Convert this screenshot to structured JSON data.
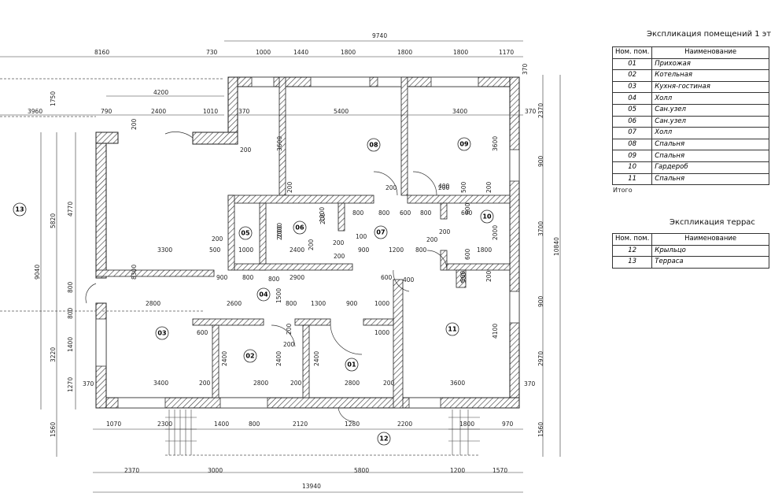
{
  "dimensions": {
    "top_total": "9740",
    "top_left": "8160",
    "top_730": "730",
    "top_segments": [
      "1000",
      "1440",
      "1800",
      "1800",
      "1800",
      "1170"
    ],
    "top_4200": "4200",
    "top_row2": [
      "3960",
      "790",
      "2400",
      "1010",
      "370"
    ],
    "room_5400": "5400",
    "room_3400": "3400",
    "right_370a": "370",
    "right_370b": "370",
    "bottom_total": "13940",
    "bottom_row1": [
      "370",
      "1070",
      "2300",
      "1400",
      "800",
      "2120",
      "1280",
      "2200",
      "1800",
      "970",
      "370"
    ],
    "bottom_row2": [
      "2370",
      "3000",
      "5800",
      "1200",
      "1570"
    ],
    "right_total": "10840",
    "right_segments": [
      "2370",
      "900",
      "3700",
      "900",
      "2970",
      "1560"
    ],
    "left_9040": "9040",
    "left_5820": "5820",
    "left_4770": "4770",
    "left_8300": "8300",
    "left_3220": "3220",
    "left_1750": "1750",
    "left_1560": "1560",
    "left_small": [
      "800",
      "800",
      "1400",
      "1270",
      "370"
    ],
    "interior": [
      "200",
      "3600",
      "3600",
      "200",
      "200",
      "200",
      "200",
      "200",
      "1000",
      "2000",
      "2400",
      "200",
      "100",
      "200",
      "200",
      "800",
      "800",
      "600",
      "800",
      "400",
      "600",
      "200",
      "900",
      "1200",
      "800",
      "1800",
      "2000",
      "2900",
      "800",
      "600",
      "600",
      "200",
      "1500",
      "800",
      "1300",
      "900",
      "1000",
      "2600",
      "2800",
      "3300",
      "500",
      "900",
      "800",
      "600",
      "2400",
      "2400",
      "2400",
      "1000",
      "4100",
      "3400",
      "2800",
      "2800",
      "3600",
      "200",
      "200",
      "200",
      "200",
      "200",
      "200",
      "500",
      "500",
      "400",
      "1000",
      "2000",
      "200",
      "200",
      "600",
      "500"
    ]
  },
  "rooms_on_plan": [
    "01",
    "02",
    "03",
    "04",
    "05",
    "06",
    "07",
    "08",
    "09",
    "10",
    "11",
    "12",
    "13"
  ],
  "rooms_table": {
    "title": "Экспликация помещений 1 эт",
    "col_num": "Ном. пом.",
    "col_name": "Наименование",
    "rows": [
      {
        "n": "01",
        "name": "Прихожая"
      },
      {
        "n": "02",
        "name": "Котельная"
      },
      {
        "n": "03",
        "name": "Кухня-гостиная"
      },
      {
        "n": "04",
        "name": "Холл"
      },
      {
        "n": "05",
        "name": "Сан.узел"
      },
      {
        "n": "06",
        "name": "Сан.узел"
      },
      {
        "n": "07",
        "name": "Холл"
      },
      {
        "n": "08",
        "name": "Спальня"
      },
      {
        "n": "09",
        "name": "Спальня"
      },
      {
        "n": "10",
        "name": "Гардероб"
      },
      {
        "n": "11",
        "name": "Спальня"
      }
    ],
    "total_label": "Итого"
  },
  "terrace_table": {
    "title": "Экспликация террас",
    "col_num": "Ном. пом.",
    "col_name": "Наименование",
    "rows": [
      {
        "n": "12",
        "name": "Крыльцо"
      },
      {
        "n": "13",
        "name": "Терраса"
      }
    ]
  },
  "colors": {
    "wall_hatch": "#333333",
    "line": "#222222",
    "background": "#ffffff"
  }
}
